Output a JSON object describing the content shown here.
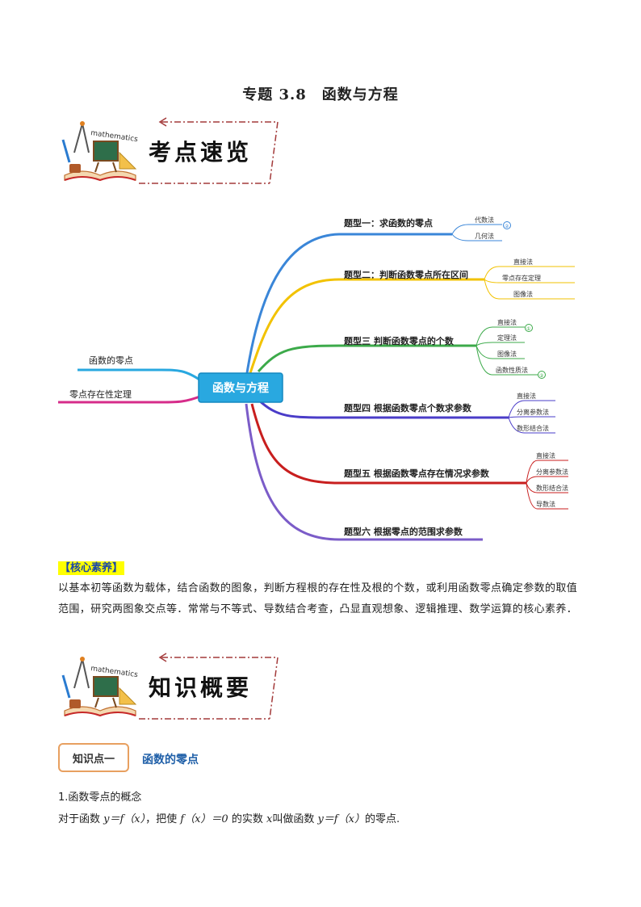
{
  "title": "专题 3.8　函数与方程",
  "banners": {
    "overview": "考点速览",
    "knowledge": "知识概要",
    "logo_word": "mathematics"
  },
  "colors": {
    "center_box": "#29a8e0",
    "branch1": "#3a86d8",
    "branch2": "#f2c200",
    "branch3": "#3caa4a",
    "branch4": "#4a3cc8",
    "branch5": "#c81e1e",
    "branch6": "#7b5cc8",
    "left1": "#29a8e0",
    "left2": "#d62c8a",
    "highlight": "#ffff00",
    "accent_blue": "#1f5fa8"
  },
  "mindmap": {
    "center": "函数与方程",
    "left": [
      {
        "label": "函数的零点"
      },
      {
        "label": "零点存在性定理"
      }
    ],
    "right": [
      {
        "label": "题型一：求函数的零点",
        "subs": [
          {
            "label": "代数法"
          },
          {
            "label": "几何法"
          }
        ],
        "markers": [
          "②"
        ]
      },
      {
        "label": "题型二：判断函数零点所在区间",
        "subs": [
          {
            "label": "直接法"
          },
          {
            "label": "零点存在定理"
          },
          {
            "label": "图像法"
          }
        ]
      },
      {
        "label": "题型三 判断函数零点的个数",
        "subs": [
          {
            "label": "直接法"
          },
          {
            "label": "定理法"
          },
          {
            "label": "图像法"
          },
          {
            "label": "函数性质法"
          }
        ],
        "markers": [
          "①",
          "②"
        ]
      },
      {
        "label": "题型四 根据函数零点个数求参数",
        "subs": [
          {
            "label": "直接法"
          },
          {
            "label": "分离参数法"
          },
          {
            "label": "数形结合法"
          }
        ]
      },
      {
        "label": "题型五 根据函数零点存在情况求参数",
        "subs": [
          {
            "label": "直接法"
          },
          {
            "label": "分离参数法"
          },
          {
            "label": "数形结合法"
          },
          {
            "label": "导数法"
          }
        ]
      },
      {
        "label": "题型六 根据零点的范围求参数",
        "subs": []
      }
    ]
  },
  "core": {
    "label": "【核心素养】",
    "text": "以基本初等函数为载体，结合函数的图象，判断方程根的存在性及根的个数，或利用函数零点确定参数的取值范围，研究两图象交点等．常常与不等式、导数结合考查，凸显直观想象、逻辑推理、数学运算的核心素养．"
  },
  "knowledge_point": {
    "box": "知识点一",
    "title": "函数的零点",
    "section1_heading": "1.函数零点的概念",
    "definition": {
      "t1": "对于函数 ",
      "m1": "y＝f（x）",
      "t2": "，把使 ",
      "m2": "f（x）＝0",
      "t3": " 的实数 ",
      "m3": "x",
      "t4": "叫做函数 ",
      "m4": "y＝f（x）",
      "t5": "的零点."
    }
  }
}
